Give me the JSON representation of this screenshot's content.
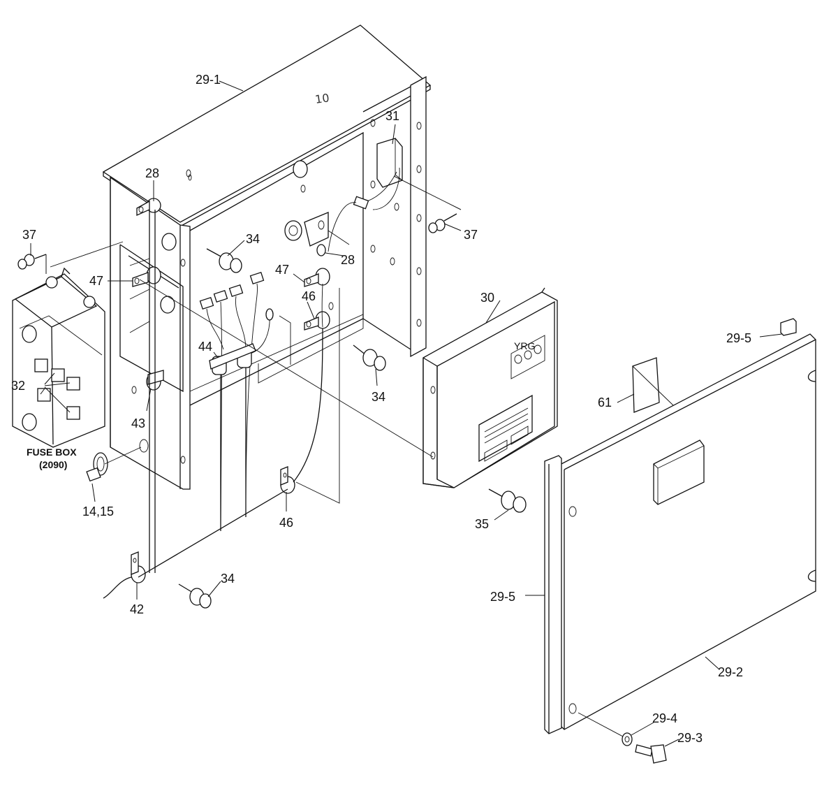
{
  "labels": {
    "l29_1": "29-1",
    "l31": "31",
    "l28a": "28",
    "l28b": "28",
    "l37a": "37",
    "l37b": "37",
    "l34a": "34",
    "l34b": "34",
    "l34c": "34",
    "l47a": "47",
    "l47b": "47",
    "l46a": "46",
    "l46b": "46",
    "l44": "44",
    "l43": "43",
    "l42": "42",
    "l32": "32",
    "l30": "30",
    "l61": "61",
    "l35": "35",
    "l14_15": "14,15",
    "l29_5a": "29-5",
    "l29_5b": "29-5",
    "l29_2": "29-2",
    "l29_4": "29-4",
    "l29_3": "29-3",
    "fuse_box": "FUSE BOX",
    "fuse_box_code": "(2090)",
    "panel_mark": "10",
    "indicator_letters": "YRG"
  }
}
